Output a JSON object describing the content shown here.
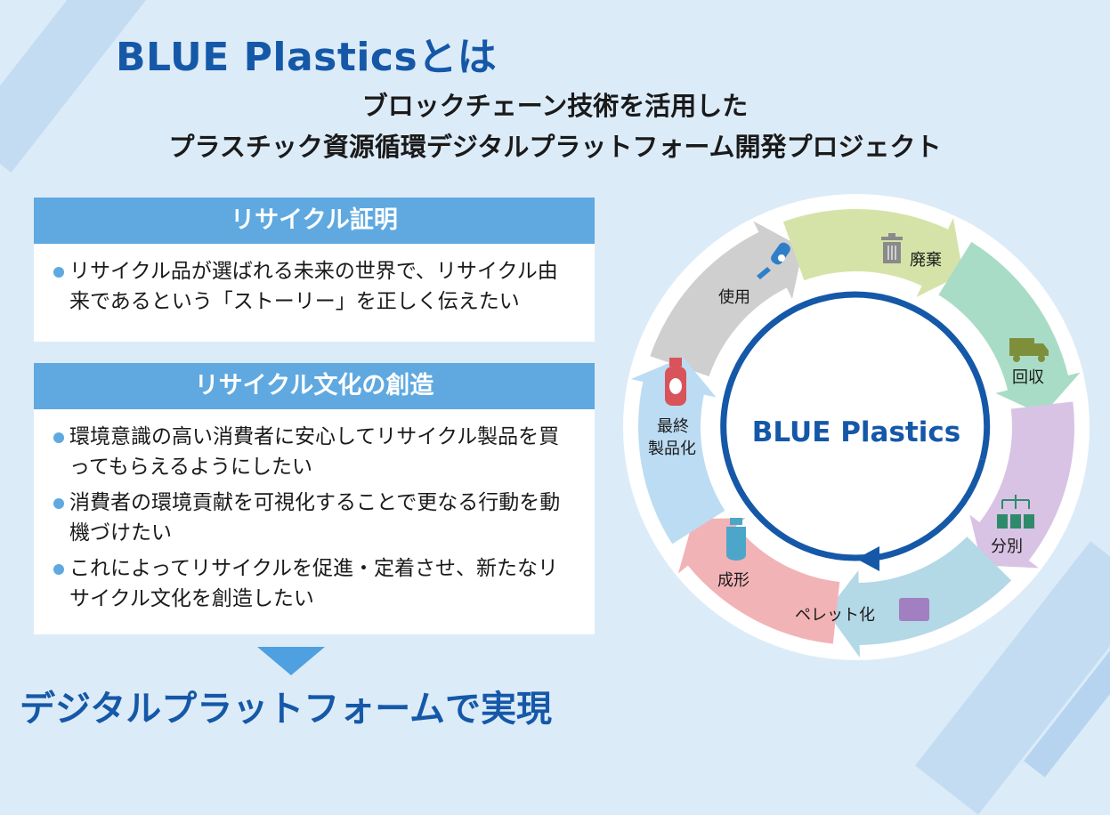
{
  "title": "BLUE Plasticsとは",
  "subtitle": {
    "line1": "ブロックチェーン技術を活用した",
    "line2": "プラスチック資源循環デジタルプラットフォーム開発プロジェクト"
  },
  "section1": {
    "heading": "リサイクル証明",
    "bullets": [
      "リサイクル品が選ばれる未来の世界で、リサイクル由来であるという「ストーリー」を正しく伝えたい"
    ]
  },
  "section2": {
    "heading": "リサイクル文化の創造",
    "bullets": [
      "環境意識の高い消費者に安心してリサイクル製品を買ってもらえるようにしたい",
      "消費者の環境貢献を可視化することで更なる行動を動機づけたい",
      "これによってリサイクルを促進・定着させ、新たなリサイクル文化を創造したい"
    ]
  },
  "bottom_title": "デジタルプラットフォームで実現",
  "cycle": {
    "center_label": "BLUE Plastics",
    "stages": [
      {
        "label": "廃棄",
        "icon": "trash-icon",
        "color": "#cfcfcf"
      },
      {
        "label": "回収",
        "icon": "truck-icon",
        "color": "#d6e3a8"
      },
      {
        "label": "分別",
        "icon": "sorting-bins-icon",
        "color": "#a9dcc7"
      },
      {
        "label": "ペレット化",
        "icon": "pellets-icon",
        "color": "#d8c3e4"
      },
      {
        "label": "成形",
        "icon": "preform-bottle-icon",
        "color": "#b3d8e6"
      },
      {
        "label": "最終製品化",
        "icon": "product-bottle-icon",
        "color": "#f2b3b6"
      },
      {
        "label": "使用",
        "icon": "hand-bottle-icon",
        "color": "#bcdcf3"
      }
    ]
  },
  "colors": {
    "accent_blue": "#1558a8",
    "header_blue": "#5fa9e0",
    "background": "#dcebf8"
  }
}
